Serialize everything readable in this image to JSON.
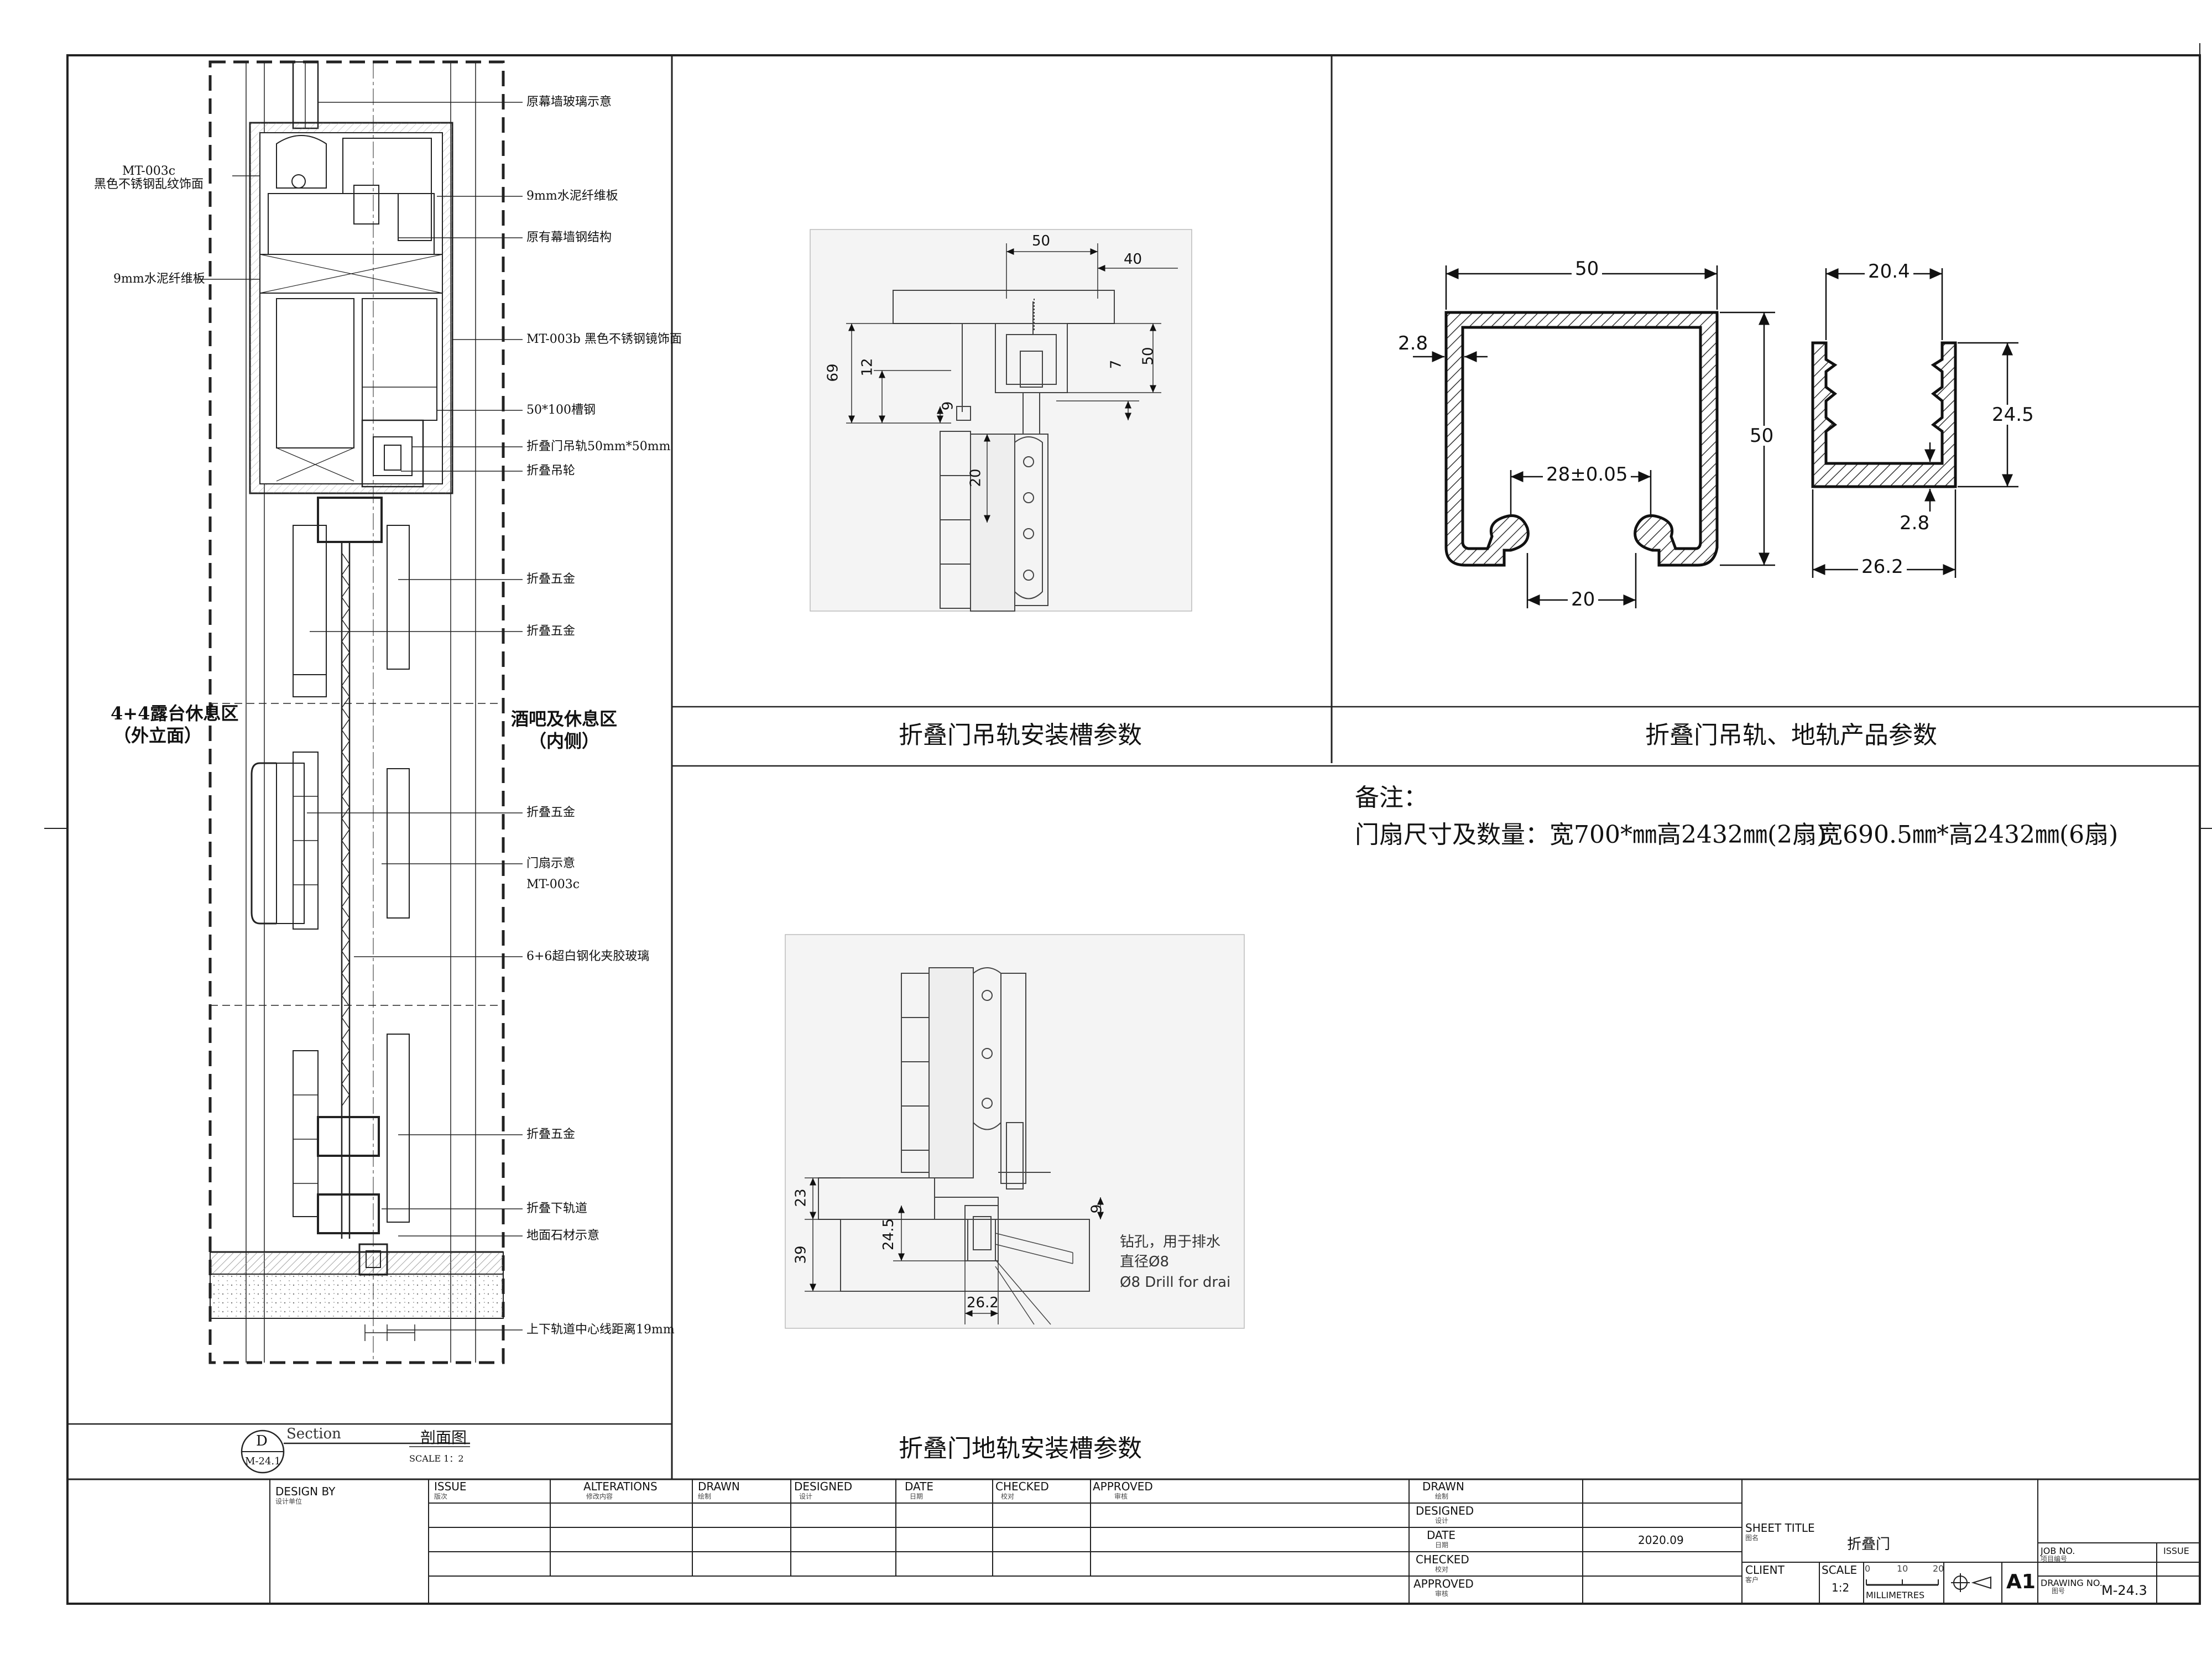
{
  "section_drawing": {
    "left_zone": {
      "title": "4+4露台休息区",
      "sub": "（外立面）"
    },
    "right_zone": {
      "title": "酒吧及休息区",
      "sub": "（内侧）"
    },
    "left_callouts": [
      {
        "line1": "MT-003c",
        "line2": "黑色不锈钢乱纹饰面"
      },
      {
        "line1": "9mm水泥纤维板",
        "line2": ""
      }
    ],
    "right_callouts": [
      "原幕墙玻璃示意",
      "9mm水泥纤维板",
      "原有幕墙钢结构",
      "MT-003b 黑色不锈钢镜饰面",
      "50*100槽钢",
      "折叠门吊轨50mm*50mm",
      "折叠吊轮",
      "折叠五金",
      "折叠五金",
      "折叠五金",
      "门扇示意",
      "MT-003c",
      "6+6超白钢化夹胶玻璃",
      "折叠五金",
      "折叠下轨道",
      "地面石材示意",
      "上下轨道中心线距离19mm"
    ]
  },
  "section_tag": {
    "letter": "D",
    "ref": "M-24.1",
    "name_en": "Section",
    "name_cn": "剖面图",
    "scale": "SCALE 1：2"
  },
  "top_rail_slot": {
    "caption": "折叠门吊轨安装槽参数",
    "dims": {
      "w50": "50",
      "w40": "40",
      "h69": "69",
      "h12": "12",
      "h9": "9",
      "h7": "7",
      "h50": "50",
      "h20": "20"
    }
  },
  "rail_products": {
    "caption": "折叠门吊轨、地轨产品参数",
    "top_rail": {
      "width": "50",
      "height": "50",
      "wall": "2.8",
      "opening": "28±0.05",
      "lip": "20"
    },
    "floor_rail": {
      "top_width": "20.4",
      "height": "24.5",
      "wall": "2.8",
      "bottom_width": "26.2"
    }
  },
  "floor_rail_slot": {
    "caption": "折叠门地轨安装槽参数",
    "dims": {
      "h23": "23",
      "h39": "39",
      "h24_5": "24.5",
      "h9": "9",
      "w26_2": "26.2"
    },
    "drill_note": [
      "钻孔，用于排水",
      "直径Ø8",
      "Ø8 Drill for drai"
    ]
  },
  "notes": {
    "title": "备注：",
    "line1": "门扇尺寸及数量：宽700*㎜高2432㎜(2扇)",
    "line2": "宽690.5㎜*高2432㎜(6扇)"
  },
  "title_block": {
    "design_by": "DESIGN BY",
    "design_by_cn": "设计单位",
    "headers": [
      {
        "en": "ISSUE",
        "cn": "版次"
      },
      {
        "en": "ALTERATIONS",
        "cn": "修改内容"
      },
      {
        "en": "DRAWN",
        "cn": "绘制"
      },
      {
        "en": "DESIGNED",
        "cn": "设计"
      },
      {
        "en": "DATE",
        "cn": "日期"
      },
      {
        "en": "CHECKED",
        "cn": "校对"
      },
      {
        "en": "APPROVED",
        "cn": "审核"
      }
    ],
    "right_rows": [
      {
        "en": "DRAWN",
        "cn": "绘制"
      },
      {
        "en": "DESIGNED",
        "cn": "设计"
      },
      {
        "en": "DATE",
        "cn": "日期"
      },
      {
        "en": "CHECKED",
        "cn": "校对"
      },
      {
        "en": "APPROVED",
        "cn": "审核"
      }
    ],
    "date_value": "2020.09",
    "sheet_title": "SHEET TITLE",
    "sheet_title_cn": "图名",
    "sheet_title_value": "折叠门",
    "client": "CLIENT",
    "client_cn": "客户",
    "scale_label": "SCALE",
    "scale_value": "1:2",
    "scale_ticks": [
      "0",
      "10",
      "20"
    ],
    "scale_unit": "MILLIMETRES",
    "paper": "A1",
    "job_no": "JOB NO.",
    "job_no_cn": "项目编号",
    "drawing_no": "DRAWING NO.",
    "drawing_no_cn": "图号",
    "drawing_no_value": "M-24.3",
    "issue": "ISSUE"
  }
}
